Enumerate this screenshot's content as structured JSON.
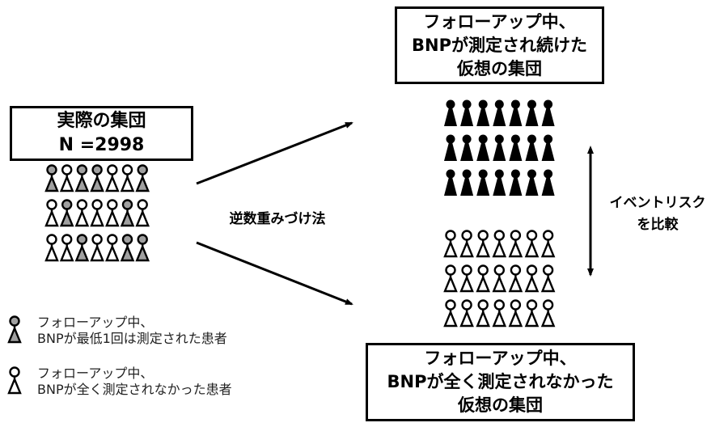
{
  "actual_cohort": {
    "title": "実際の集団",
    "n_label": "N =2998",
    "grid": [
      [
        "measured",
        "unmeasured",
        "measured",
        "measured",
        "unmeasured",
        "unmeasured",
        "measured"
      ],
      [
        "unmeasured",
        "measured",
        "unmeasured",
        "unmeasured",
        "unmeasured",
        "measured",
        "unmeasured"
      ],
      [
        "unmeasured",
        "unmeasured",
        "measured",
        "unmeasured",
        "unmeasured",
        "measured",
        "measured"
      ]
    ]
  },
  "method_label": "逆数重みづけ法",
  "hypothetical_measured": {
    "lines": [
      "フォローアップ中、",
      "BNPが測定され続けた",
      "仮想の集団"
    ],
    "rows": 3,
    "cols": 7,
    "figure_type": "filled"
  },
  "hypothetical_unmeasured": {
    "lines": [
      "フォローアップ中、",
      "BNPが全く測定されなかった",
      "仮想の集団"
    ],
    "rows": 3,
    "cols": 7,
    "figure_type": "unmeasured"
  },
  "comparison_label": [
    "イベントリスク",
    "を比較"
  ],
  "legend": [
    {
      "type": "measured",
      "lines": [
        "フォローアップ中、",
        "BNPが最低1回は測定された患者"
      ]
    },
    {
      "type": "unmeasured",
      "lines": [
        "フォローアップ中、",
        "BNPが全く測定されなかった患者"
      ]
    }
  ],
  "colors": {
    "measured_fill": "#a0a0a0",
    "unmeasured_fill": "#ffffff",
    "filled_fill": "#000000",
    "stroke": "#000000"
  }
}
